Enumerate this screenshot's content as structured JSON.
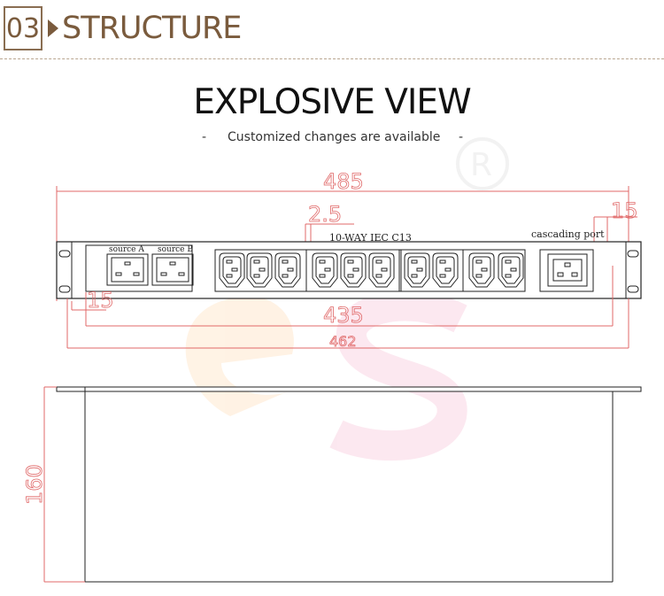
{
  "header": {
    "number": "03",
    "title": "STRUCTURE"
  },
  "title": "EXPLOSIVE VIEW",
  "subtitle": {
    "dash_left": "-",
    "text": "Customized changes are available",
    "dash_right": "-"
  },
  "panel": {
    "source_a": "source A",
    "source_b": "source B",
    "outlets_label": "10-WAY IEC C13",
    "cascading": "cascading port"
  },
  "dimensions": {
    "width_total": "485",
    "outlet_gap": "2.5",
    "right_margin": "15",
    "left_margin": "15",
    "inner_width": "435",
    "mount_width": "462",
    "depth": "160"
  },
  "colors": {
    "brand": "#7a5b3d",
    "dimension": "#e06868",
    "line": "#222222"
  }
}
